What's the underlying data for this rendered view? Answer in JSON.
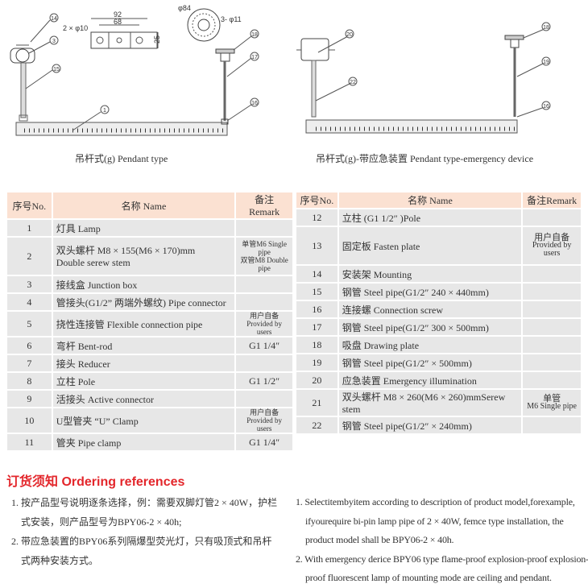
{
  "diagram_left": {
    "caption": "吊杆式(g) Pendant type",
    "callouts": [
      "14",
      "3",
      "15",
      "1",
      "18",
      "17",
      "16"
    ],
    "dims": {
      "d92": "92",
      "d68": "68",
      "holes": "2 × φ10",
      "d25": "25",
      "phi84": "φ84",
      "holes3": "3- φ11"
    }
  },
  "diagram_right": {
    "caption": "吊杆式(g)-带应急装置 Pendant type-emergency device",
    "callouts": [
      "20",
      "22",
      "18",
      "19",
      "16"
    ]
  },
  "table": {
    "headers": {
      "no": "序号No.",
      "name": "名称 Name",
      "remark": "备注Remark"
    },
    "left_rows": [
      {
        "no": "1",
        "name": "灯具 Lamp",
        "remark": ""
      },
      {
        "no": "2",
        "name": "双头螺杆 M8 × 155(M6 × 170)mm",
        "name2": "Double serew stem",
        "remark": "单管M6 Single pjpe",
        "remark2": "双管M8 Double pipe"
      },
      {
        "no": "3",
        "name": "接线盒 Junction box",
        "remark": ""
      },
      {
        "no": "4",
        "name": "管接头(G1/2”  两端外螺纹) Pipe connector",
        "remark": ""
      },
      {
        "no": "5",
        "name": "挠性连接管 Flexible connection pipe",
        "remark": "用户自备 Provided by users"
      },
      {
        "no": "6",
        "name": "弯杆 Bent-rod",
        "remark": "G1 1/4″"
      },
      {
        "no": "7",
        "name": "接头 Reducer",
        "remark": ""
      },
      {
        "no": "8",
        "name": "立柱 Pole",
        "remark": "G1 1/2″"
      },
      {
        "no": "9",
        "name": "活接头 Active connector",
        "remark": ""
      },
      {
        "no": "10",
        "name": "U型管夹 “U” Clamp",
        "remark": "用户自备 Provided by users"
      },
      {
        "no": "11",
        "name": "管夹 Pipe clamp",
        "remark": "G1 1/4″"
      }
    ],
    "right_rows": [
      {
        "no": "12",
        "name": "立柱 (G1 1/2″ )Pole",
        "remark": ""
      },
      {
        "no": "13",
        "name": "固定板 Fasten plate",
        "remark": "用户自备",
        "remark2": "Provided by users"
      },
      {
        "no": "14",
        "name": "安装架 Mounting",
        "remark": ""
      },
      {
        "no": "15",
        "name": "钢管 Steel pipe(G1/2″  240 × 440mm)",
        "remark": ""
      },
      {
        "no": "16",
        "name": "连接螺 Connection screw",
        "remark": ""
      },
      {
        "no": "17",
        "name": "钢管 Steel pipe(G1/2″  300 × 500mm)",
        "remark": ""
      },
      {
        "no": "18",
        "name": "吸盘 Drawing plate",
        "remark": ""
      },
      {
        "no": "19",
        "name": "钢管 Steel pipe(G1/2″   × 500mm)",
        "remark": ""
      },
      {
        "no": "20",
        "name": "应急装置 Emergency illumination",
        "remark": ""
      },
      {
        "no": "21",
        "name": "双头螺杆 M8 × 260(M6 × 260)mmSerew stem",
        "remark": "单管",
        "remark2": "M6 Single pipe"
      },
      {
        "no": "22",
        "name": "钢管 Steel pipe(G1/2″   × 240mm)",
        "remark": ""
      }
    ]
  },
  "ordering": {
    "title": "订货须知 Ordering references",
    "cn": [
      "1. 按产品型号说明逐条选择，例：需要双脚灯管2 × 40W，护栏",
      "式安装，则产品型号为BPY06-2 × 40h;",
      "2. 带应急装置的BPY06系列隔爆型荧光灯，只有吸顶式和吊杆",
      "式两种安装方式。"
    ],
    "en": [
      "1. Selectitembyitem according to description of  product model,forexample,",
      "ifyourequire bi-pin lamp pipe of 2 × 40W, femce type installation, the",
      "product model shall be BPY06-2 × 40h.",
      "2. With emergency derice BPY06 type flame-proof explosion-proof explosion-",
      "proof fluorescent lamp of mounting mode are ceiling and pendant."
    ]
  },
  "colors": {
    "header_bg": "#fbe1d2",
    "row_bg": "#e7e7e7",
    "title_red": "#e3262b"
  }
}
